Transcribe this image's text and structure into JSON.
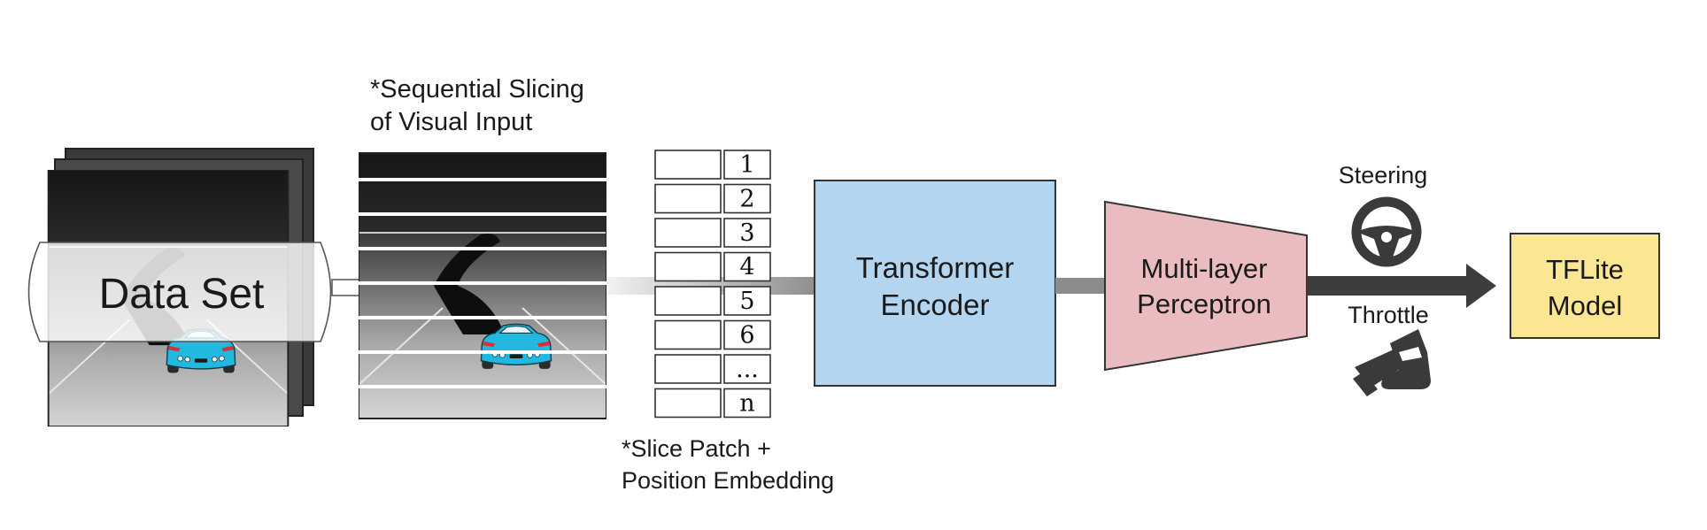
{
  "dataset": {
    "label": "Data Set"
  },
  "slicing": {
    "line1": "*Sequential Slicing",
    "line2": "of Visual Input"
  },
  "patches": {
    "indices": [
      "1",
      "2",
      "3",
      "4",
      "5",
      "6",
      "...",
      "n"
    ],
    "caption_line1": "*Slice Patch +",
    "caption_line2": "Position Embedding"
  },
  "encoder": {
    "line1": "Transformer",
    "line2": "Encoder",
    "color": "#b4d5ef"
  },
  "mlp": {
    "line1": "Multi-layer",
    "line2": "Perceptron",
    "color": "#ebbcbf"
  },
  "outputs": {
    "steering": "Steering",
    "throttle": "Throttle"
  },
  "tflite": {
    "line1": "TFLite",
    "line2": "Model",
    "color": "#fbe694"
  },
  "icons": [
    "steering-wheel-icon",
    "pedal-foot-icon",
    "car-icon"
  ],
  "colors": {
    "car": "#22b8e0",
    "road": "#111111",
    "arrow": "#3d3d3d"
  }
}
